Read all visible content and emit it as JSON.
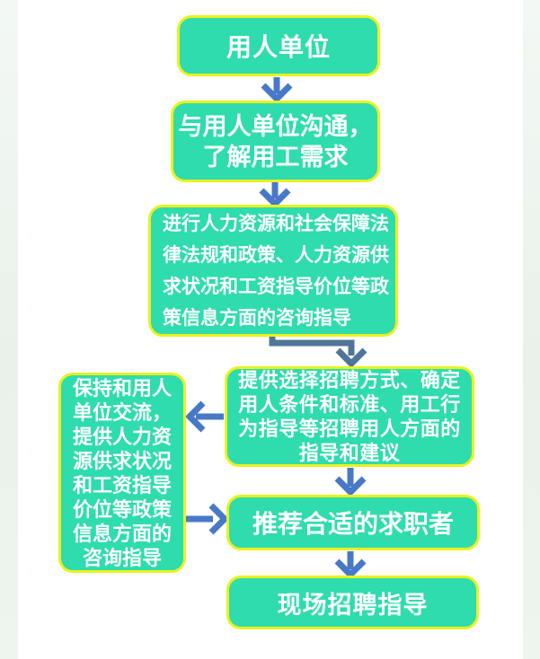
{
  "page": {
    "background": "#ffffff",
    "side_strip_color": "#edf3ee"
  },
  "style": {
    "node_fill": "#2edcae",
    "node_border": "#e9f21c",
    "node_text_color": "#ffffff",
    "arrow_color": "#4878c8",
    "elbow_arrow_color": "#4f7699"
  },
  "flowchart": {
    "nodes": [
      {
        "id": "employer",
        "lines": [
          "用人单位"
        ]
      },
      {
        "id": "communicate",
        "lines": [
          "与用人单位沟通，",
          "了解用工需求"
        ]
      },
      {
        "id": "consult",
        "lines": [
          "进行人力资源和社会保障法",
          "律法规和政策、人力资源供",
          "求状况和工资指导价位等政",
          "策信息方面的咨询指导"
        ]
      },
      {
        "id": "advice",
        "lines": [
          "提供选择招聘方式、确定",
          "用人条件和标准、用工行",
          "为指导等招聘用人方面的",
          "指导和建议"
        ]
      },
      {
        "id": "keep-contact",
        "lines": [
          "保持和用人",
          "单位交流，",
          "提供人力资",
          "源供求状况",
          "和工资指导",
          "价位等政策",
          "信息方面的",
          "咨询指导"
        ]
      },
      {
        "id": "recommend",
        "lines": [
          "推荐合适的求职者"
        ]
      },
      {
        "id": "onsite",
        "lines": [
          "现场招聘指导"
        ]
      }
    ],
    "edges": [
      {
        "from": "employer",
        "to": "communicate",
        "shape": "straight-down"
      },
      {
        "from": "communicate",
        "to": "consult",
        "shape": "straight-down"
      },
      {
        "from": "consult",
        "to": "advice",
        "shape": "elbow-down-right"
      },
      {
        "from": "advice",
        "to": "keep-contact",
        "shape": "straight-left"
      },
      {
        "from": "keep-contact",
        "to": "recommend",
        "shape": "straight-right"
      },
      {
        "from": "advice",
        "to": "recommend",
        "shape": "straight-down"
      },
      {
        "from": "recommend",
        "to": "onsite",
        "shape": "straight-down"
      }
    ]
  }
}
